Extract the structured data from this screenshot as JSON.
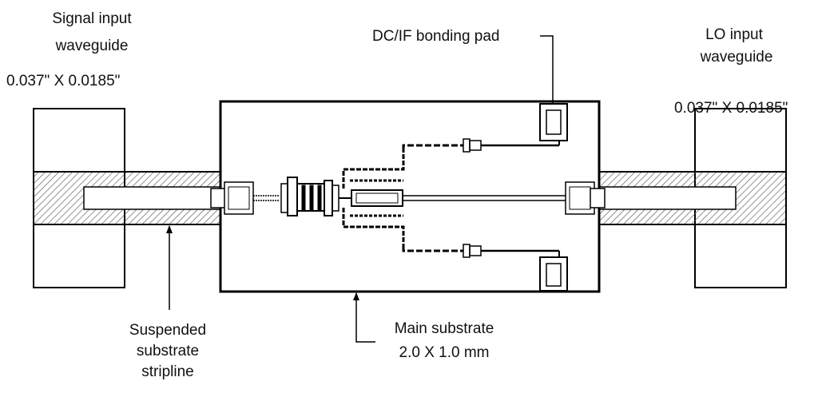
{
  "labels": {
    "signal_input": {
      "line1": "Signal input",
      "line2": "waveguide",
      "line3": "0.037\" X 0.0185\""
    },
    "dcif_pad": "DC/IF bonding pad",
    "lo_input": {
      "line1": "LO input",
      "line2": "waveguide",
      "line3": "0.037\" X 0.0185\""
    },
    "suspended": {
      "line1": "Suspended",
      "line2": "substrate",
      "line3": "stripline"
    },
    "main_substrate": {
      "line1": "Main substrate",
      "line2": "2.0 X 1.0 mm"
    }
  },
  "colors": {
    "line": "#000000",
    "hatch": "#555555",
    "background": "#ffffff"
  }
}
